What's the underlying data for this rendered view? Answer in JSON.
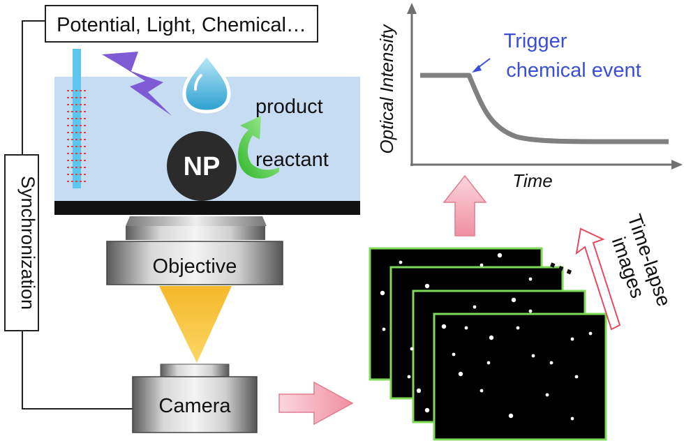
{
  "stimulus_box": {
    "label": "Potential, Light, Chemical…"
  },
  "sync_label": "Synchronization",
  "cell": {
    "np_label": "NP",
    "product_label": "product",
    "reactant_label": "reactant"
  },
  "objective_label": "Objective",
  "camera_label": "Camera",
  "plot": {
    "ylabel": "Optical Intensity",
    "xlabel": "Time",
    "annotation_line1": "Trigger",
    "annotation_line2": "chemical event"
  },
  "timelapse": {
    "line1": "Time-lapse",
    "line2": "images",
    "ellipsis": "…"
  },
  "colors": {
    "solution": "#c5dcf2",
    "substrate": "#111111",
    "np": "#2b2b2b",
    "light_cone": "#f6c12b",
    "bolt": "#7e5ad4",
    "arrow_green": "#3ec43a",
    "frame_border": "#7ed957",
    "annotation_blue": "#3b4fd6",
    "pink_arrow": "#f4a3b0",
    "plot_curve": "#808080"
  }
}
